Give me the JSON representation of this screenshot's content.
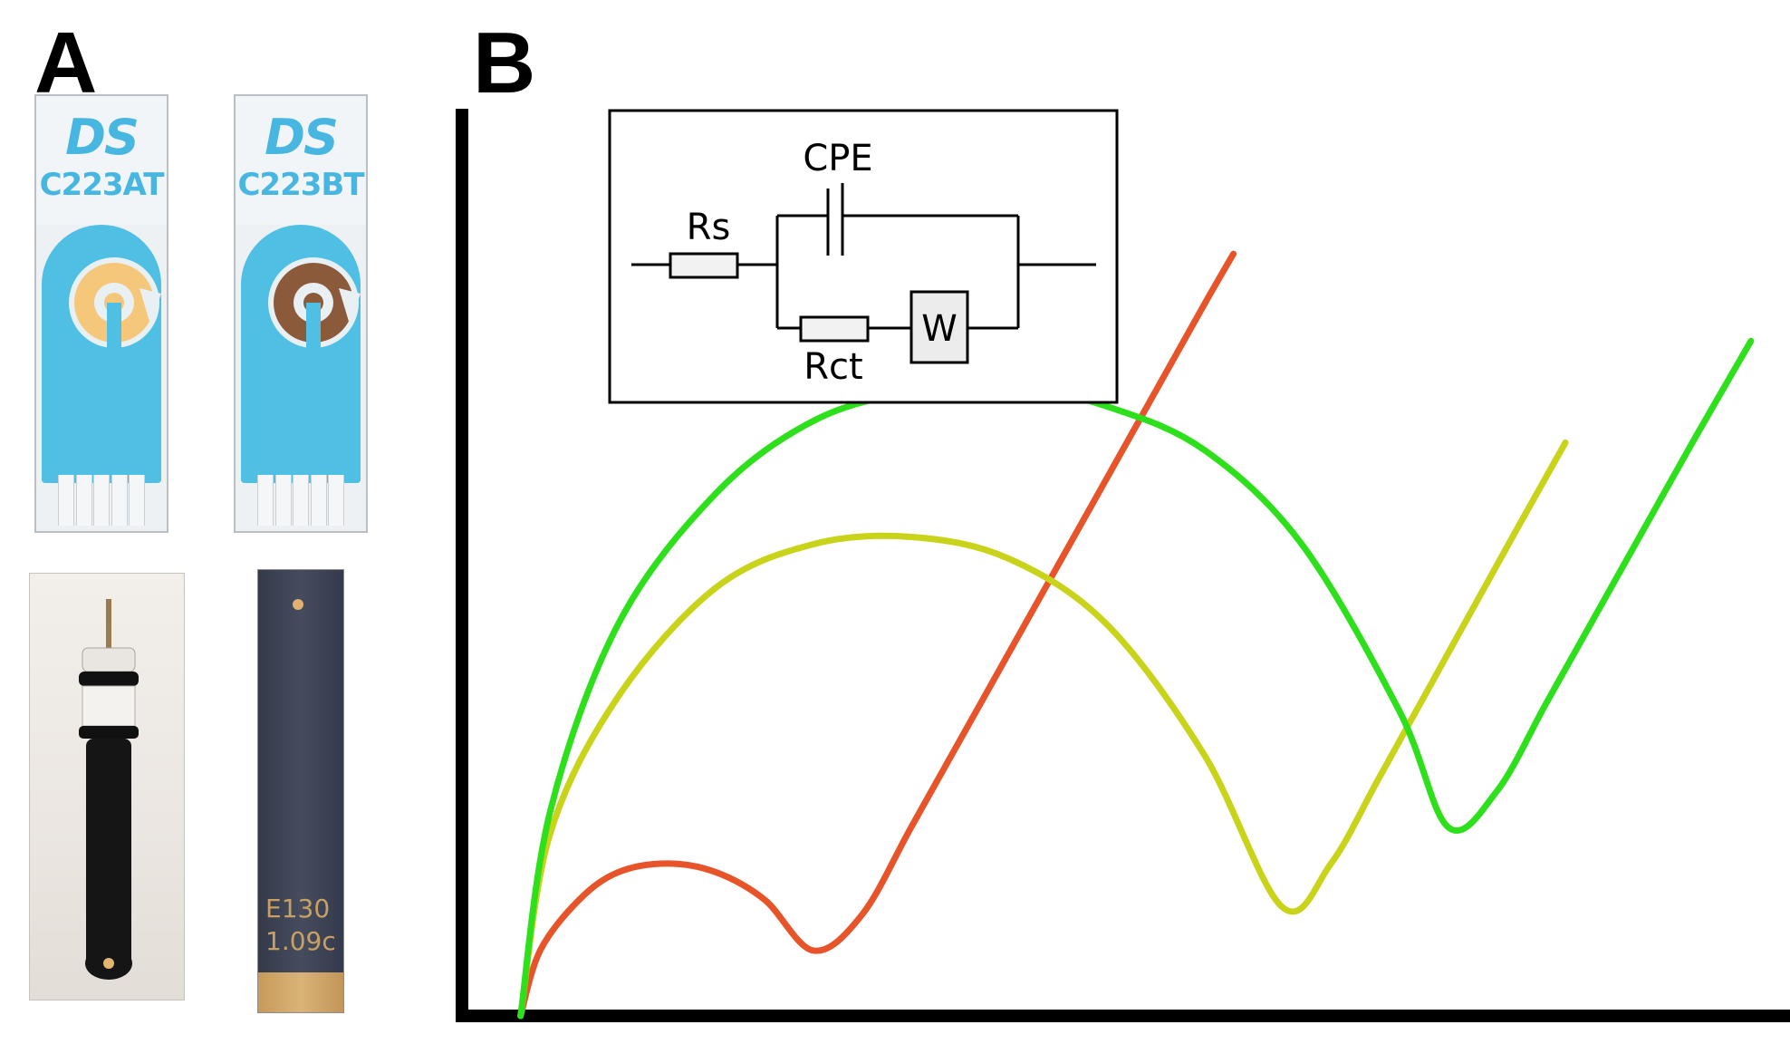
{
  "panels": {
    "a": {
      "letter": "A",
      "electrodes": [
        {
          "logo": "DS",
          "model": "C223AT",
          "ring_color": "#f4c77b"
        },
        {
          "logo": "DS",
          "model": "C223BT",
          "ring_color": "#8a5a3b"
        }
      ],
      "chip": {
        "line1": "E130",
        "line2": "1.09c"
      }
    },
    "b": {
      "letter": "B",
      "circuit": {
        "labels": {
          "rs": "Rs",
          "cpe": "CPE",
          "rct": "Rct",
          "w": "W"
        }
      }
    }
  },
  "chart_data": {
    "type": "line",
    "title": "",
    "xlabel": "",
    "ylabel": "",
    "axis_ticks": "none",
    "grid": false,
    "series": [
      {
        "color": "#e8542a",
        "x": [
          0.0,
          0.2,
          0.6,
          1.0,
          1.5,
          2.0,
          2.5,
          3.0,
          3.5,
          4.0,
          4.5,
          5.0,
          5.5,
          6.0,
          6.5,
          7.0,
          7.3
        ],
        "y": [
          0.0,
          0.9,
          1.6,
          1.98,
          2.1,
          1.98,
          1.6,
          0.9,
          1.4,
          2.6,
          3.8,
          5.0,
          6.2,
          7.4,
          8.6,
          9.8,
          10.5
        ]
      },
      {
        "color": "#c8d31a",
        "x": [
          0.0,
          0.3,
          1.0,
          2.0,
          3.0,
          4.0,
          5.0,
          6.0,
          7.0,
          7.8,
          8.3,
          8.8,
          9.5,
          10.2,
          10.7
        ],
        "y": [
          0.0,
          2.5,
          4.4,
          5.9,
          6.5,
          6.6,
          6.3,
          5.4,
          3.6,
          1.5,
          2.1,
          3.3,
          5.0,
          6.7,
          7.9
        ]
      },
      {
        "color": "#2ee01c",
        "x": [
          0.0,
          0.3,
          1.0,
          2.0,
          3.0,
          4.0,
          5.0,
          6.0,
          7.0,
          8.0,
          9.0,
          9.5,
          10.0,
          10.5,
          11.0,
          11.5,
          12.0,
          12.6
        ],
        "y": [
          0.0,
          2.8,
          5.4,
          7.2,
          8.2,
          8.6,
          8.7,
          8.4,
          7.8,
          6.5,
          4.2,
          2.6,
          3.1,
          4.3,
          5.5,
          6.7,
          7.9,
          9.3
        ]
      }
    ],
    "xlim": [
      -0.6,
      13.0
    ],
    "ylim": [
      0,
      12.5
    ]
  }
}
